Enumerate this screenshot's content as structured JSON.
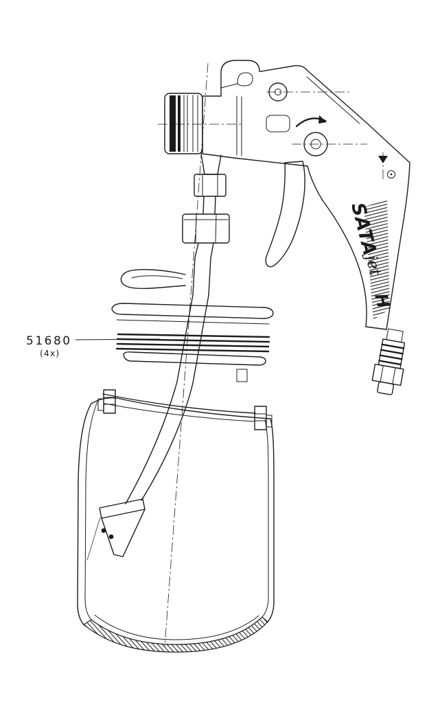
{
  "label": {
    "part_number": "51680",
    "quantity": "(4x)"
  },
  "branding": {
    "name": "SATA",
    "model": "jet",
    "variant": "H"
  },
  "colors": {
    "line": "#1b1b1b",
    "background": "#ffffff"
  }
}
